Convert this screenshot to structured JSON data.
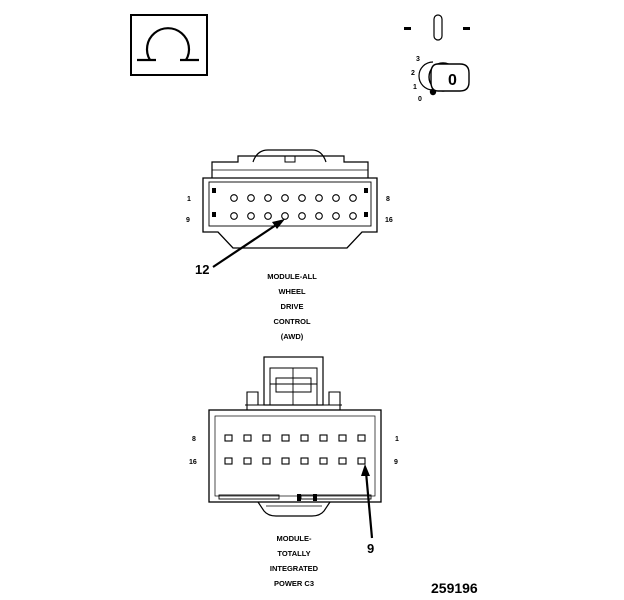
{
  "ohm_symbol": {
    "icon": "ohmmeter-symbol-icon",
    "glyph": "Ω"
  },
  "ignition_key": {
    "icon": "ignition-key-icon",
    "face_label": "0",
    "positions": [
      "3",
      "2",
      "1",
      "0"
    ]
  },
  "connector_top": {
    "name": "MODULE-ALL WHEEL DRIVE CONTROL (AWD)",
    "label_lines": [
      "MODULE-ALL",
      "WHEEL",
      "DRIVE",
      "CONTROL",
      "(AWD)"
    ],
    "pin_labels": {
      "top_left": "1",
      "top_right": "8",
      "bottom_left": "9",
      "bottom_right": "16"
    },
    "callout_pin": "12"
  },
  "connector_bottom": {
    "name": "MODULE-TOTALLY INTEGRATED POWER C3",
    "label_lines": [
      "MODULE-",
      "TOTALLY",
      "INTEGRATED",
      "POWER C3"
    ],
    "pin_labels": {
      "top_left": "8",
      "top_right": "1",
      "bottom_left": "16",
      "bottom_right": "9"
    },
    "callout_pin": "9"
  },
  "figure_id": "259196"
}
